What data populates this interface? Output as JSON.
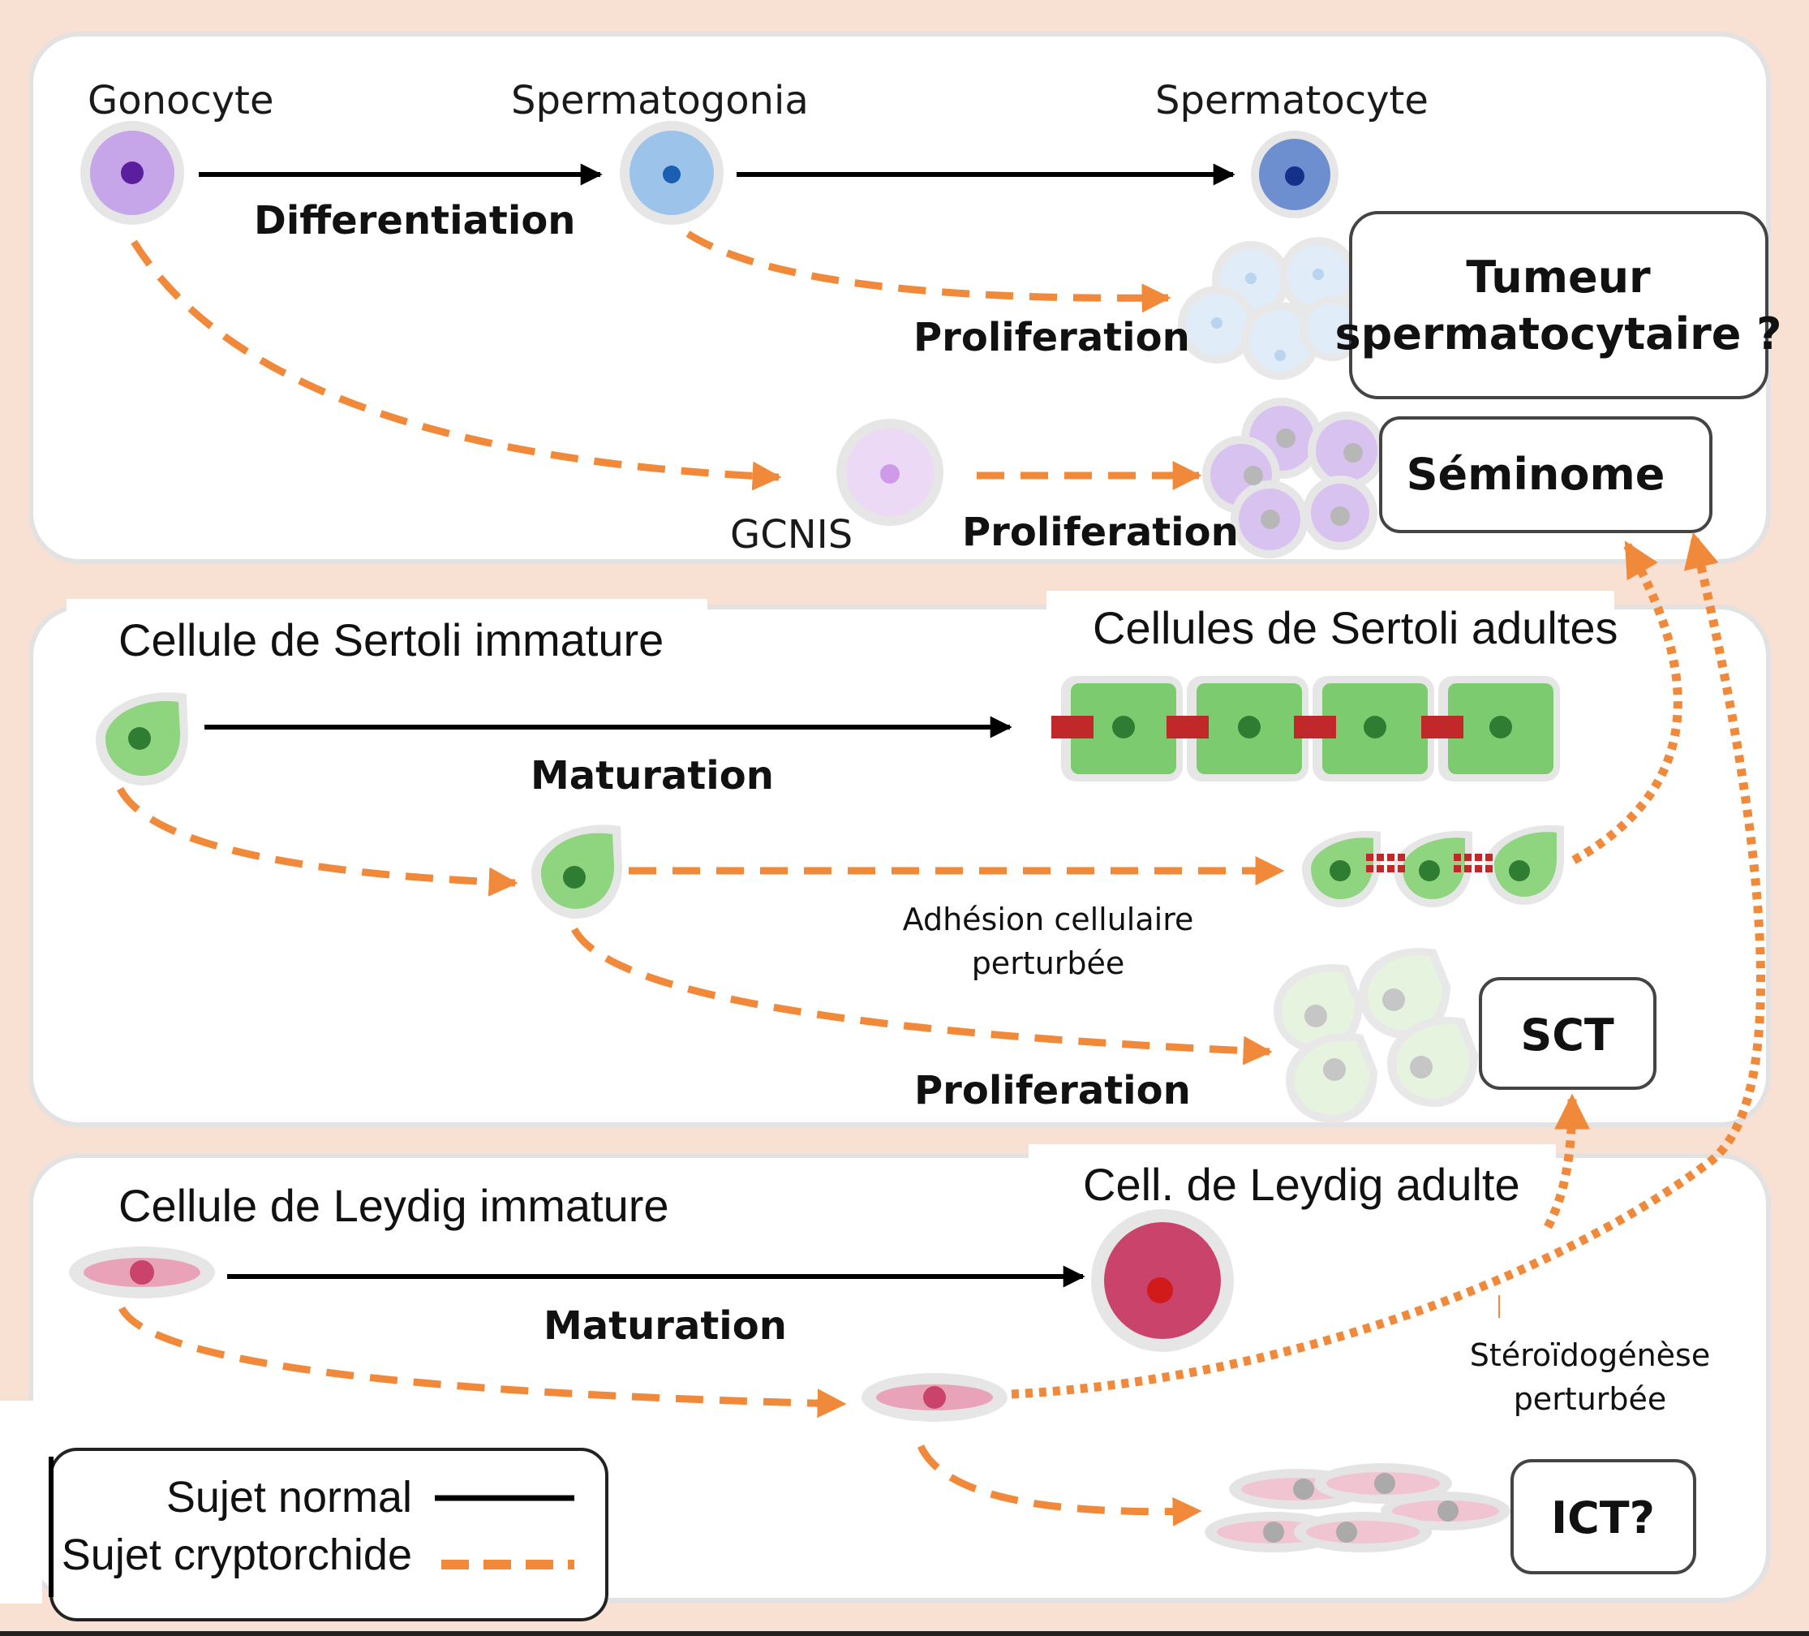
{
  "panels": {
    "germ": {
      "gonocyte": "Gonocyte",
      "spermatogonia": "Spermatogonia",
      "spermatocyte": "Spermatocyte",
      "differentiation": "Differentiation",
      "proliferation_1": "Proliferation",
      "tumor_line1": "Tumeur",
      "tumor_line2": "spermatocytaire ?",
      "gcnis": "GCNIS",
      "proliferation_2": "Proliferation",
      "seminoma": "Séminome"
    },
    "sertoli": {
      "immature": "Cellule de Sertoli immature",
      "adult": "Cellules de Sertoli adultes",
      "maturation": "Maturation",
      "adhesion_line1": "Adhésion cellulaire",
      "adhesion_line2": "perturbée",
      "proliferation": "Proliferation",
      "sct": "SCT"
    },
    "leydig": {
      "immature": "Cellule de Leydig immature",
      "adult": "Cell. de Leydig adulte",
      "maturation": "Maturation",
      "steroid_line1": "Stéroïdogénèse",
      "steroid_line2": "perturbée",
      "ict": "ICT?"
    }
  },
  "legend": {
    "normal": "Sujet normal",
    "cryptorchid": "Sujet cryptorchide"
  },
  "colors": {
    "background": "#f8e0d2",
    "arrow_abnormal": "#f08a3a",
    "arrow_normal": "#000000",
    "gonocyte": "#c6a6e8",
    "spermatogonia": "#9cc4ea",
    "spermatocyte": "#6e8fcf",
    "sertoli": "#7ccb6e",
    "junction": "#c0282a",
    "leydig": "#c9436a"
  }
}
